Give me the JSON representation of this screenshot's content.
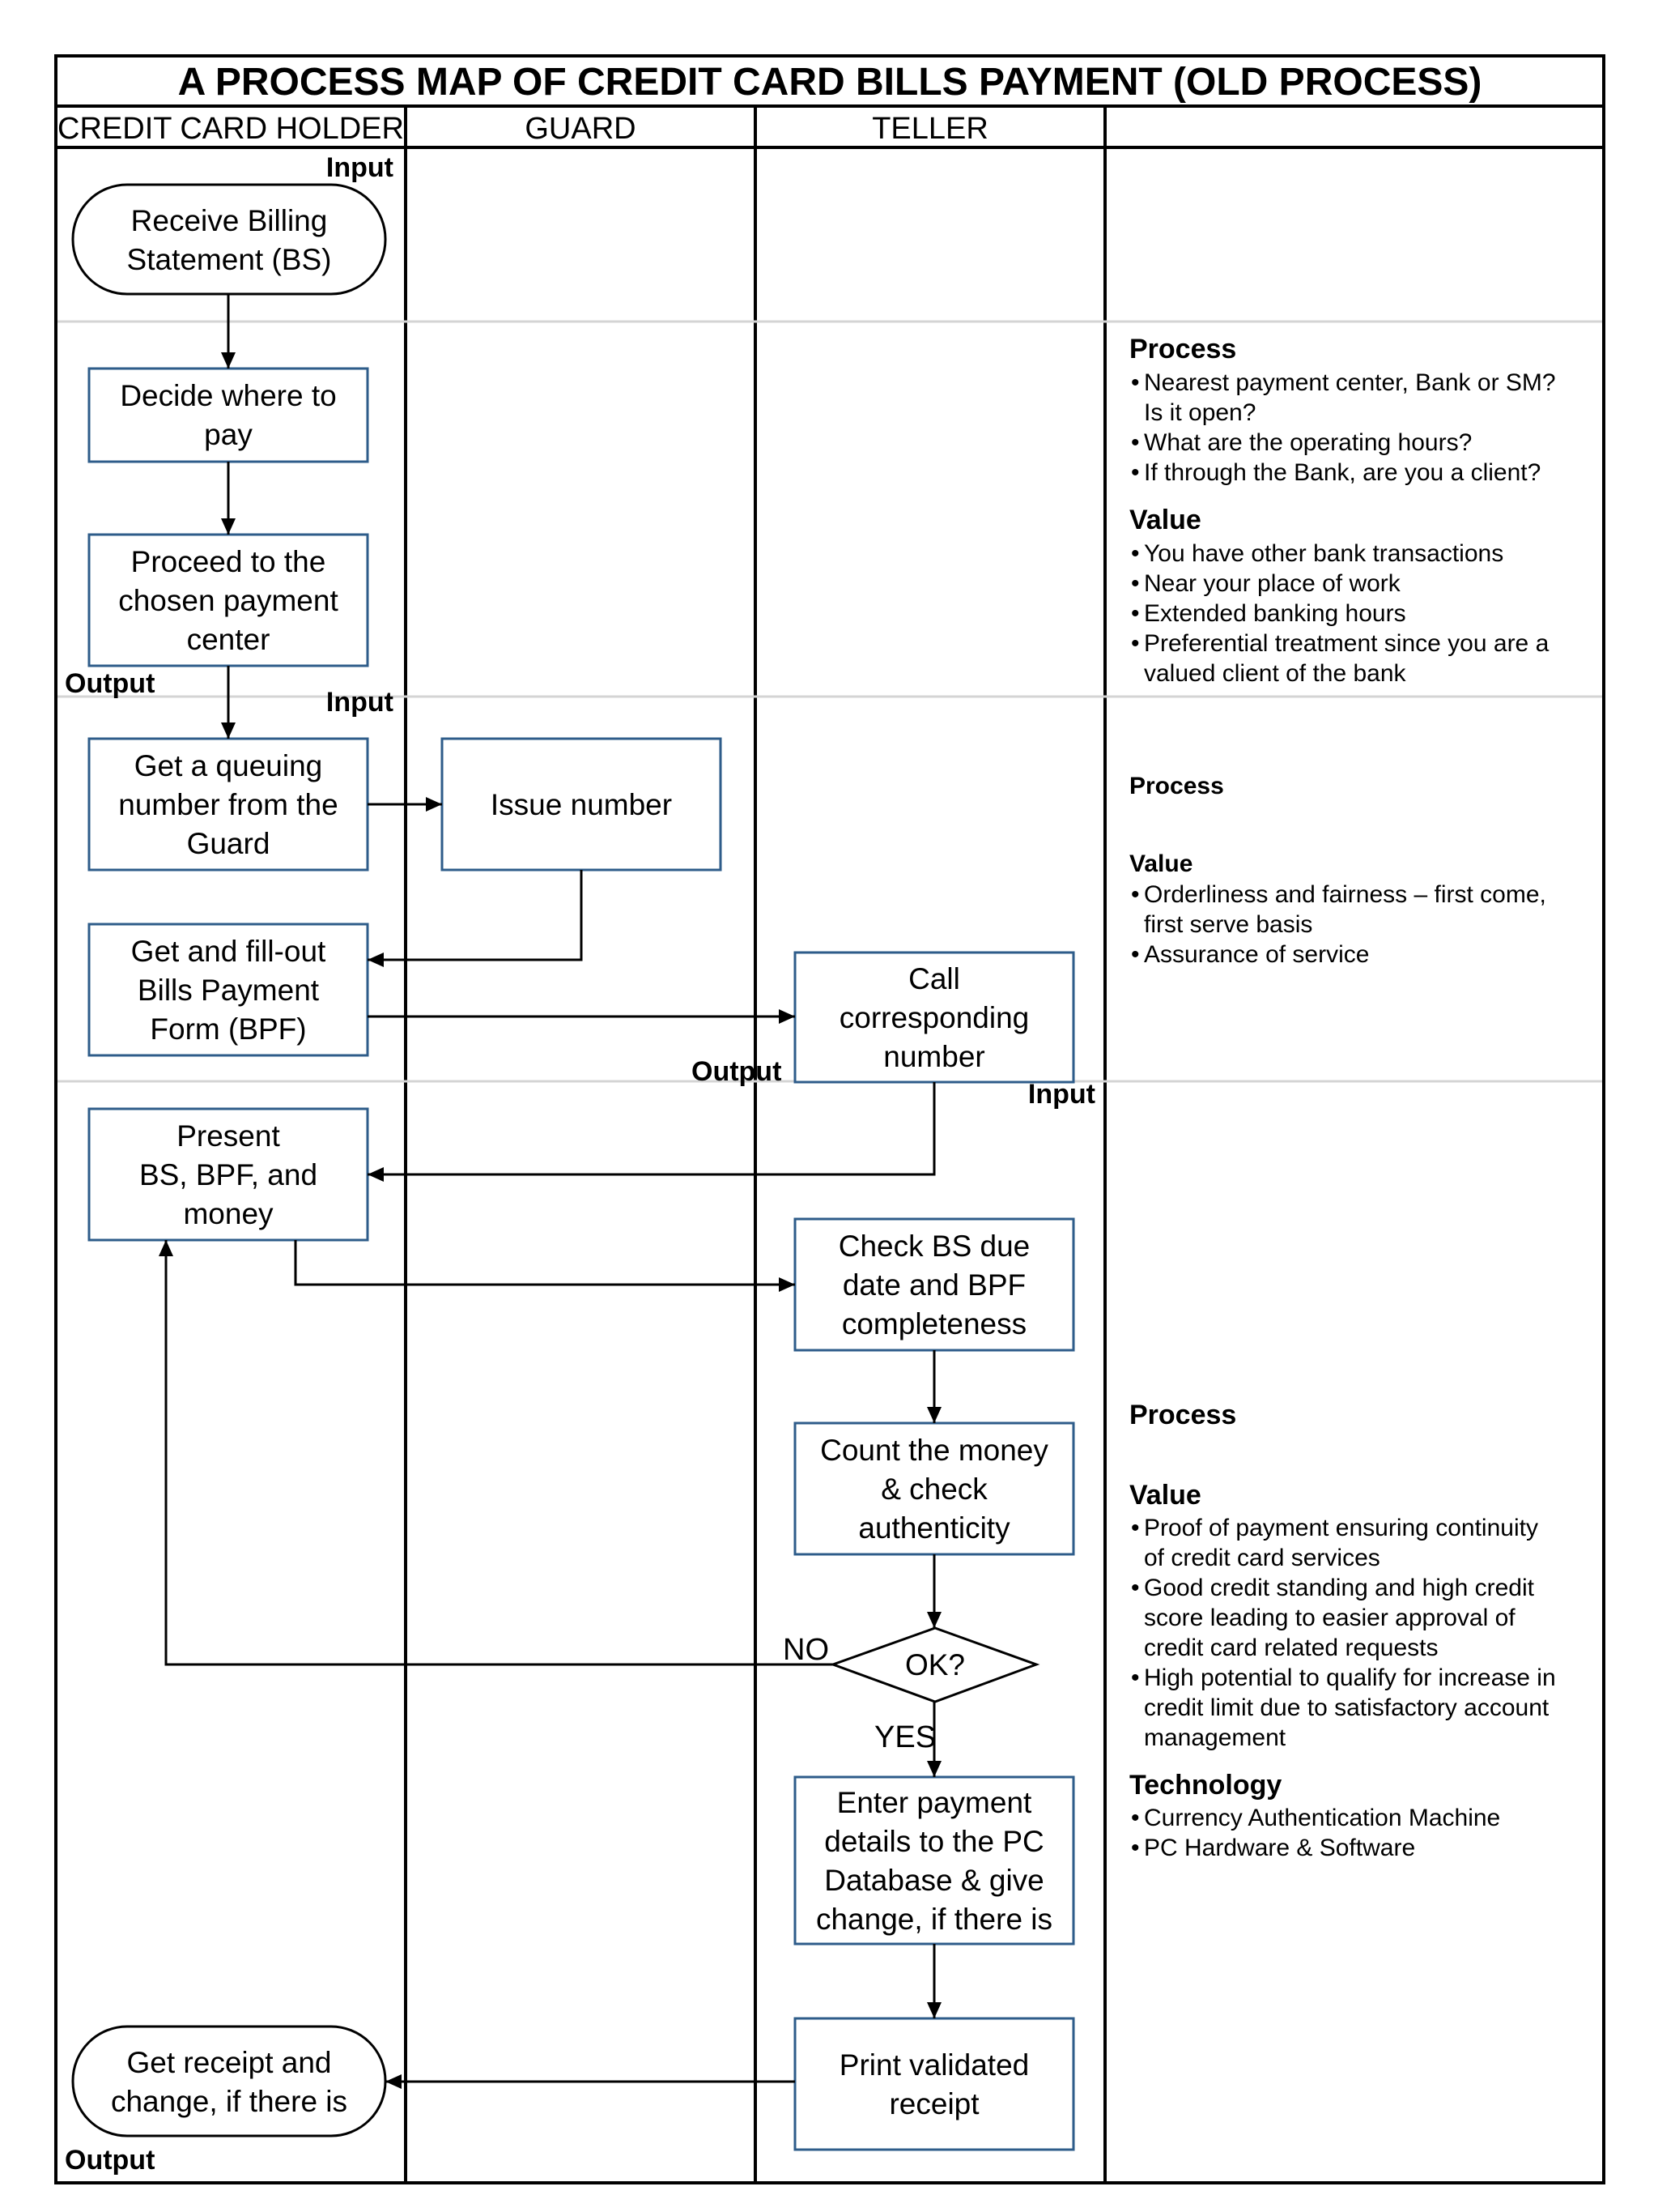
{
  "title": "A PROCESS MAP OF CREDIT CARD BILLS PAYMENT (OLD PROCESS)",
  "lanes": [
    "CREDIT CARD HOLDER",
    "GUARD",
    "TELLER"
  ],
  "tags": {
    "input": "Input",
    "output": "Output"
  },
  "nodes": {
    "receive_bs": [
      "Receive Billing",
      "Statement (BS)"
    ],
    "decide": [
      "Decide where to",
      "pay"
    ],
    "proceed": [
      "Proceed to the",
      "chosen payment",
      "center"
    ],
    "queue": [
      "Get a queuing",
      "number from the",
      "Guard"
    ],
    "issue": [
      "Issue number"
    ],
    "fill_bpf": [
      "Get and fill-out",
      "Bills Payment",
      "Form (BPF)"
    ],
    "call": [
      "Call",
      "corresponding",
      "number"
    ],
    "present": [
      "Present",
      "BS, BPF, and",
      "money"
    ],
    "check": [
      "Check BS due",
      "date and BPF",
      "completeness"
    ],
    "count": [
      "Count the money",
      "& check",
      "authenticity"
    ],
    "decision": "OK?",
    "no": "NO",
    "yes": "YES",
    "enter": [
      "Enter payment",
      "details to the PC",
      "Database & give",
      "change, if there is"
    ],
    "print": [
      "Print validated",
      "receipt"
    ],
    "receipt": [
      "Get receipt and",
      "change, if there is"
    ]
  },
  "notes": {
    "section1": {
      "process_heading": "Process",
      "process_items": [
        [
          "Nearest payment center, Bank or SM?",
          "Is it open?"
        ],
        [
          "What are the operating hours?"
        ],
        [
          "If through the Bank, are you a client?"
        ]
      ],
      "value_heading": "Value",
      "value_items": [
        [
          "You have other bank transactions"
        ],
        [
          "Near your place of work"
        ],
        [
          "Extended banking hours"
        ],
        [
          "Preferential treatment since you are a",
          "valued client of the bank"
        ]
      ]
    },
    "section2": {
      "process_heading": "Process",
      "value_heading": "Value",
      "value_items": [
        [
          "Orderliness and fairness – first come,",
          "first serve basis"
        ],
        [
          "Assurance of service"
        ]
      ]
    },
    "section3": {
      "process_heading": "Process",
      "value_heading": "Value",
      "value_items": [
        [
          "Proof of payment ensuring continuity",
          "of credit card services"
        ],
        [
          "Good credit standing and high credit",
          "score leading to easier approval of",
          "credit card related requests"
        ],
        [
          "High potential to qualify for increase in",
          "credit limit due to satisfactory account",
          "management"
        ]
      ],
      "technology_heading": "Technology",
      "technology_items": [
        [
          "Currency Authentication Machine"
        ],
        [
          "PC  Hardware & Software"
        ]
      ]
    },
    "bullet": "•"
  }
}
